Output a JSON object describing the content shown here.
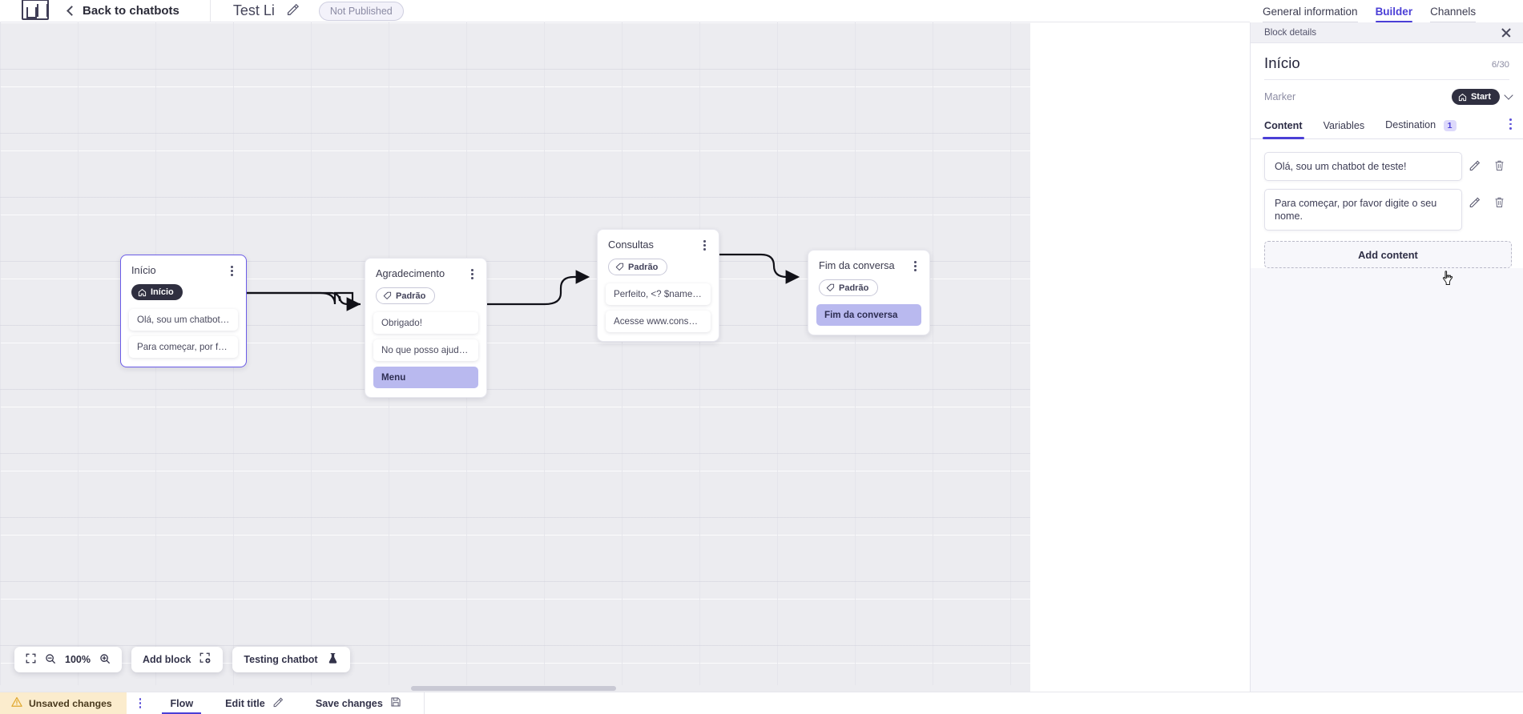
{
  "topbar": {
    "logo_icon": "app-logo-icon",
    "back_label": "Back to chatbots",
    "back_icon": "chevron-left-icon",
    "bot_title": "Test Li",
    "edit_icon": "pencil-icon",
    "status_badge": "Not Published"
  },
  "top_tabs": [
    {
      "label": "General information",
      "active": false
    },
    {
      "label": "Builder",
      "active": true
    },
    {
      "label": "Channels",
      "active": false
    }
  ],
  "panel": {
    "header_title": "Block details",
    "close_icon": "close-icon",
    "block_name": "Início",
    "char_count": "6/30",
    "marker_label": "Marker",
    "marker_value": "Start",
    "marker_icon": "home-icon",
    "marker_chevron": "chevron-down-icon",
    "tabs": [
      {
        "label": "Content",
        "badge": "",
        "active": true
      },
      {
        "label": "Variables",
        "badge": "",
        "active": false
      },
      {
        "label": "Destination",
        "badge": "1",
        "active": false
      }
    ],
    "more_icon": "kebab-menu-icon",
    "contents": [
      {
        "text": "Olá, sou um chatbot de teste!",
        "edit_icon": "pencil-icon",
        "delete_icon": "trash-icon"
      },
      {
        "text": "Para começar, por favor digite o seu nome.",
        "edit_icon": "pencil-icon",
        "delete_icon": "trash-icon"
      }
    ],
    "add_content_label": "Add content"
  },
  "canvas": {
    "blocks": [
      {
        "title": "Início",
        "badge": {
          "text": "Início",
          "type": "start",
          "icon": "home-icon"
        },
        "selected": true,
        "kebab_icon": "kebab-menu-icon",
        "messages": [
          {
            "text": "Olá, sou um chatbot de teste!",
            "style": "plain"
          },
          {
            "text": "Para começar, por favor digite o ...",
            "style": "plain"
          }
        ]
      },
      {
        "title": "Agradecimento",
        "badge": {
          "text": "Padrão",
          "type": "default",
          "icon": "tag-icon"
        },
        "selected": false,
        "kebab_icon": "kebab-menu-icon",
        "messages": [
          {
            "text": "Obrigado!",
            "style": "plain"
          },
          {
            "text": "No que posso ajudar, <? $name ...",
            "style": "plain"
          },
          {
            "text": "Menu",
            "style": "highlight"
          }
        ]
      },
      {
        "title": "Consultas",
        "badge": {
          "text": "Padrão",
          "type": "default",
          "icon": "tag-icon"
        },
        "selected": false,
        "kebab_icon": "kebab-menu-icon",
        "messages": [
          {
            "text": "Perfeito, <? $name ?>!",
            "style": "plain"
          },
          {
            "text": "Acesse www.consultas.com par...",
            "style": "plain"
          }
        ]
      },
      {
        "title": "Fim da conversa",
        "badge": {
          "text": "Padrão",
          "type": "default",
          "icon": "tag-icon"
        },
        "selected": false,
        "kebab_icon": "kebab-menu-icon",
        "messages": [
          {
            "text": "Fim da conversa",
            "style": "highlight"
          }
        ]
      }
    ],
    "toolbar": {
      "fullscreen_icon": "fullscreen-icon",
      "zoom_out_icon": "zoom-out-icon",
      "zoom_level": "100%",
      "zoom_in_icon": "zoom-in-icon",
      "add_block_label": "Add block",
      "add_block_icon": "add-block-icon",
      "testing_label": "Testing chatbot",
      "testing_icon": "flask-icon"
    }
  },
  "statusbar": {
    "unsaved_label": "Unsaved changes",
    "warning_icon": "warning-icon",
    "kebab_icon": "kebab-menu-icon",
    "flow_label": "Flow",
    "edit_title_label": "Edit title",
    "edit_title_icon": "pencil-icon",
    "save_label": "Save changes",
    "save_icon": "save-disk-icon"
  },
  "colors": {
    "accent": "#4b3fd6",
    "highlight_bg": "#b9b9ef",
    "warning_bg": "#fbeccd",
    "canvas_bg": "#ececf0"
  }
}
